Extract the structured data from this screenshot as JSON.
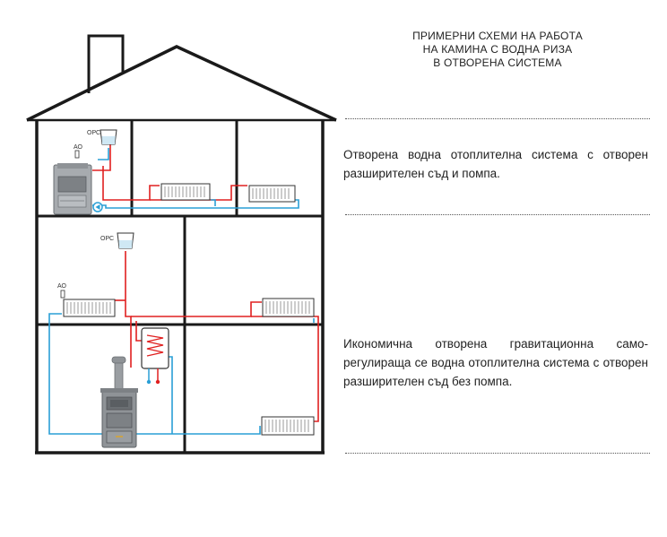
{
  "title": {
    "line1": "ПРИМЕРНИ СХЕМИ НА РАБОТА",
    "line2": "НА КАМИНА С ВОДНА РИЗА",
    "line3": "В ОТВОРЕНА СИСТЕМА"
  },
  "scheme1": {
    "description": "Отворена водна отоплителна система с отво­рен разширителен съд и помпа."
  },
  "scheme2": {
    "description": "Икономична отворена гравитационна само­регулираща се водна отоплителна система с от­ворен разширителен съд без помпа."
  },
  "labels": {
    "expansion_tank": "ОРС",
    "air_vent": "АО"
  },
  "colors": {
    "outline": "#1a1a1a",
    "supply_pipe": "#e02020",
    "return_pipe": "#2a9fd6",
    "appliance": "#8f9397"
  }
}
